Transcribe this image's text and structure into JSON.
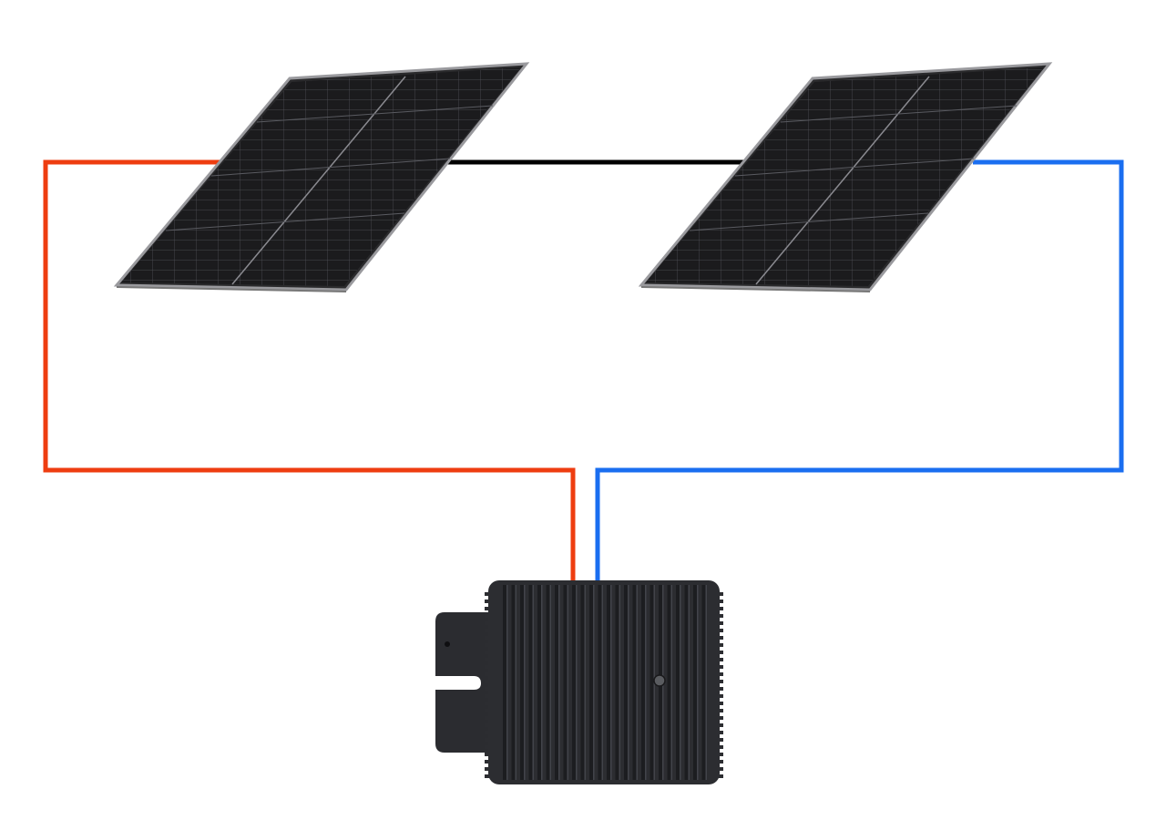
{
  "diagram": {
    "components": [
      {
        "id": "panel-left",
        "kind": "solar-panel",
        "icon": "solar-panel-icon"
      },
      {
        "id": "panel-right",
        "kind": "solar-panel",
        "icon": "solar-panel-icon"
      },
      {
        "id": "micro-inverter",
        "kind": "micro-inverter",
        "icon": "micro-inverter-icon"
      }
    ],
    "connections": [
      {
        "id": "wire-positive",
        "from": "panel-left",
        "to": "micro-inverter",
        "color": "#ee3d10"
      },
      {
        "id": "wire-series",
        "from": "panel-left",
        "to": "panel-right",
        "color": "#000000"
      },
      {
        "id": "wire-negative",
        "from": "panel-right",
        "to": "micro-inverter",
        "color": "#1a6ef0"
      }
    ]
  },
  "colors": {
    "background": "#ffffff",
    "panel_cell": "#1b1b1d",
    "panel_grid": "#6a6a70",
    "panel_frame": "#9a9a9e",
    "inverter_body": "#2c2d31",
    "inverter_fin": "#1c1d20",
    "inverter_highlight": "#42444a"
  }
}
